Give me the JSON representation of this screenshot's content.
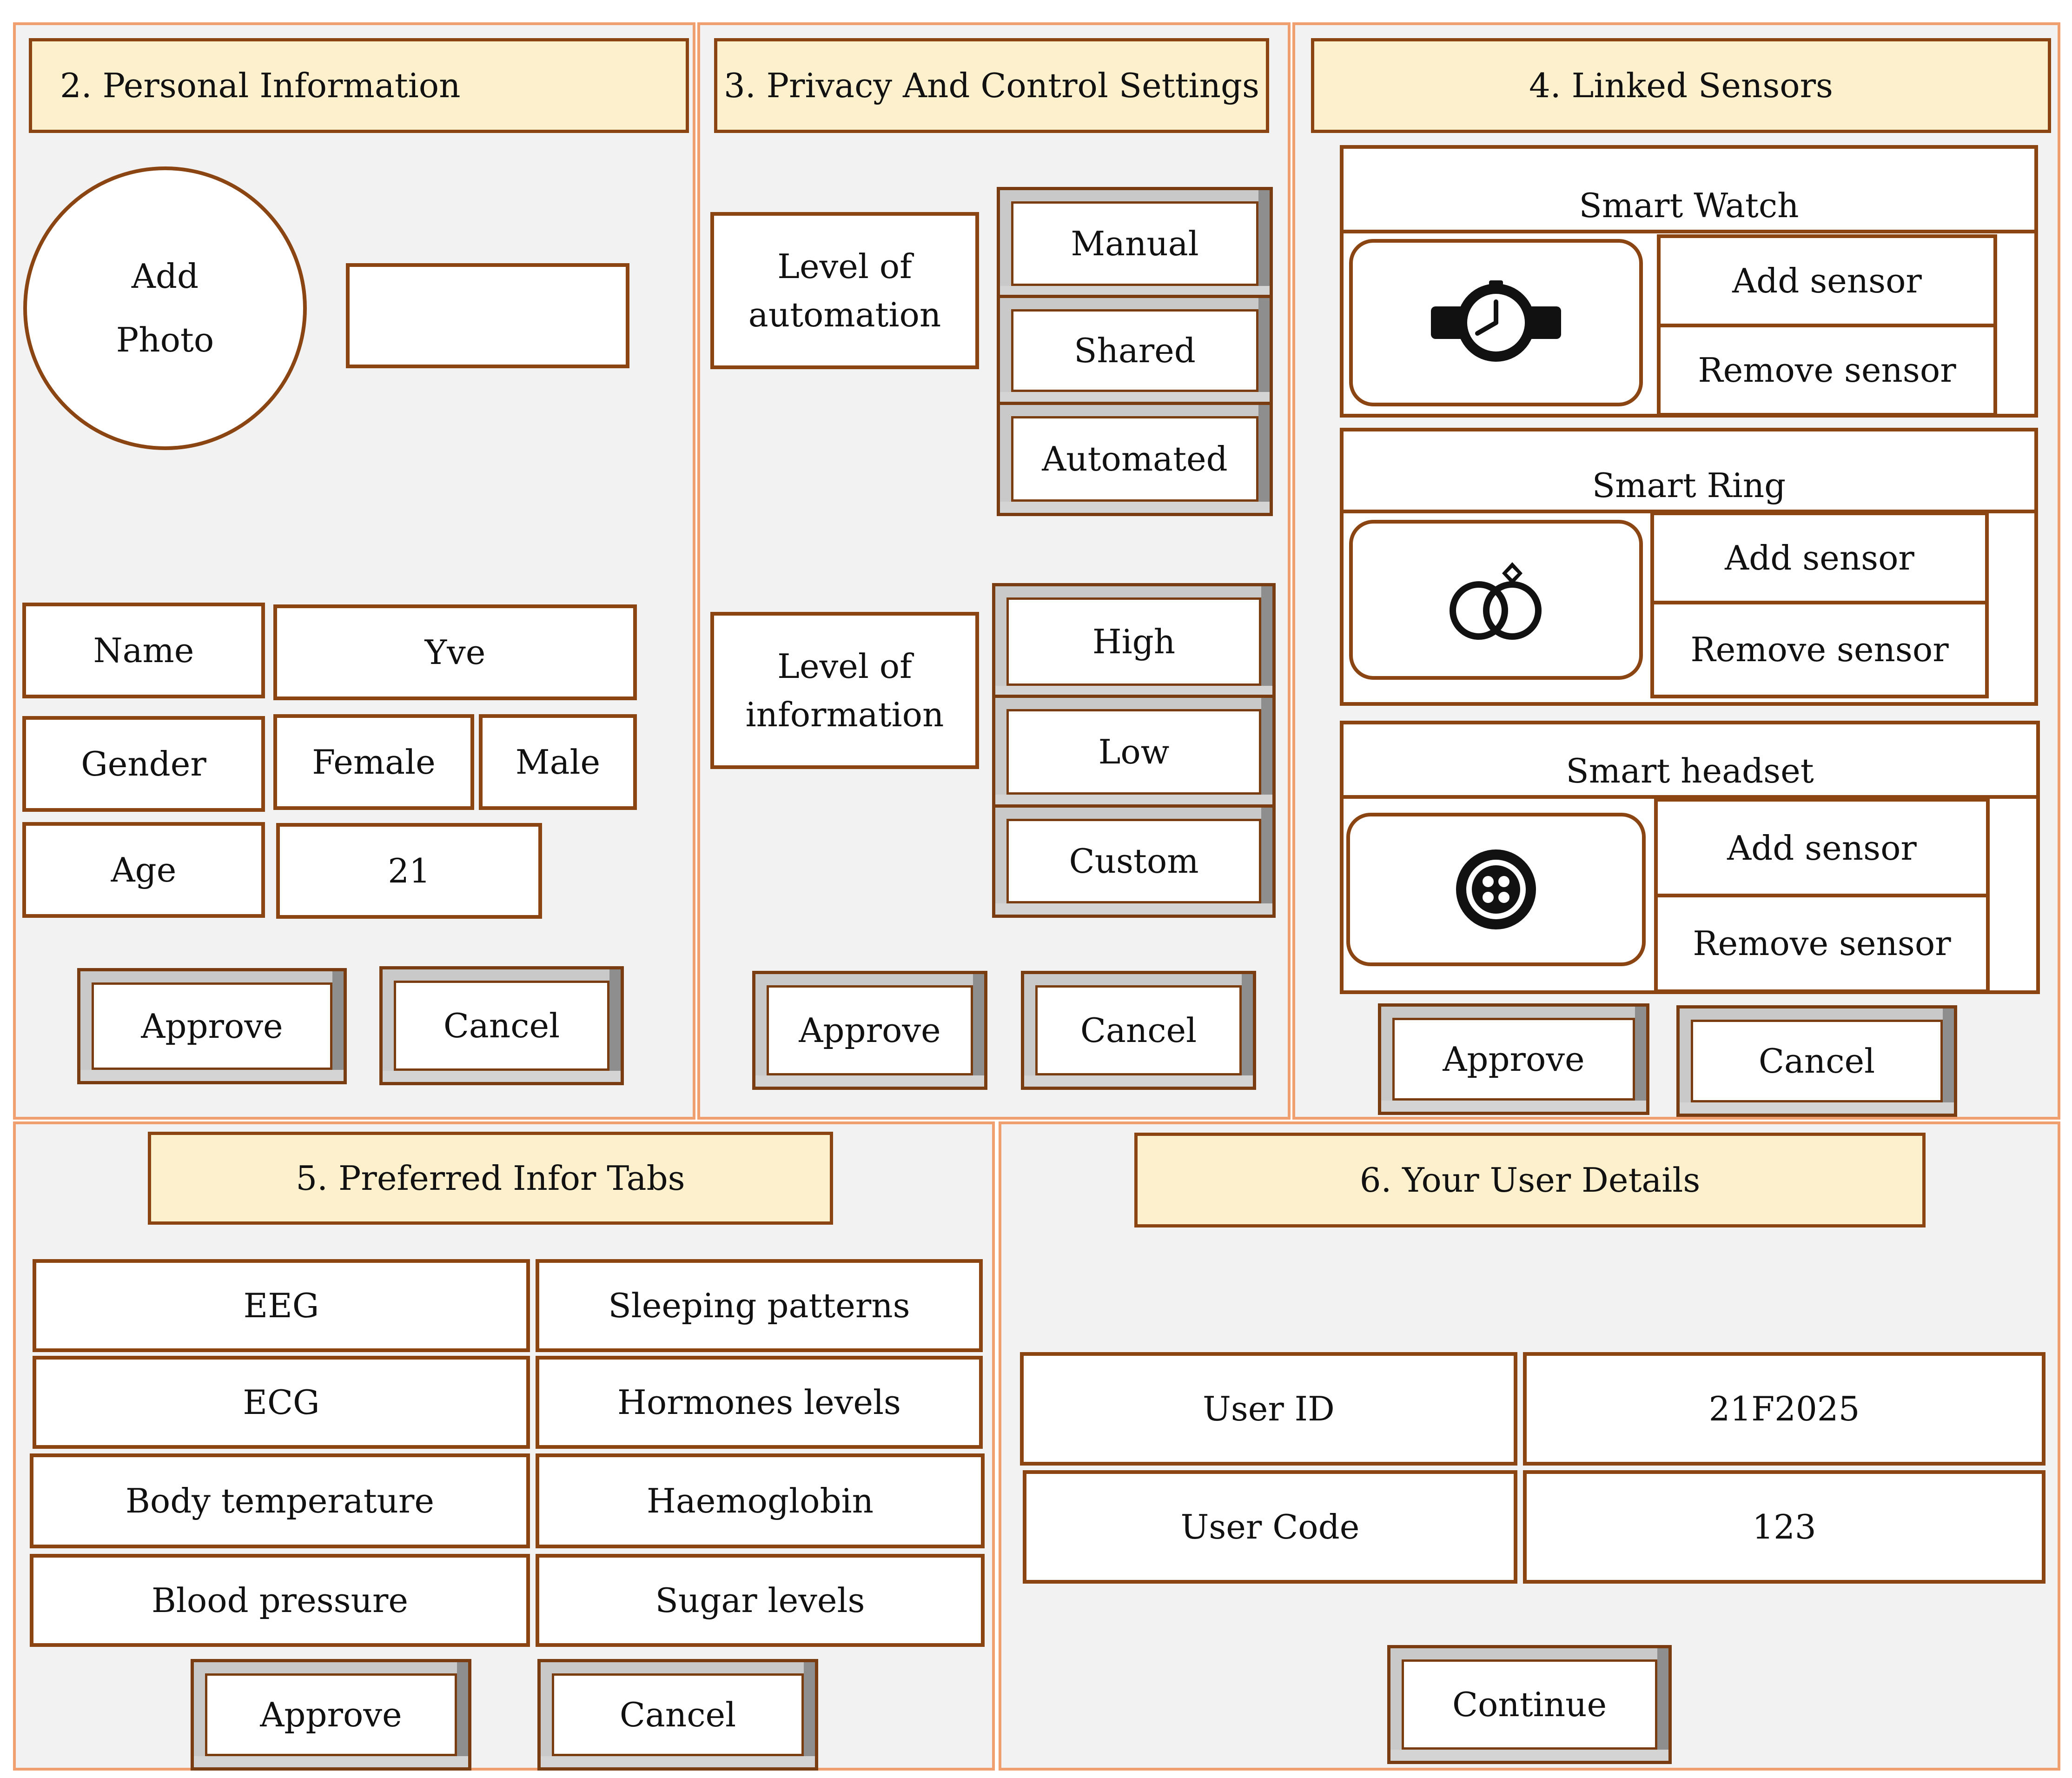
{
  "personal": {
    "header": "2. Personal Information",
    "photo_line1": "Add",
    "photo_line2": "Photo",
    "name_label": "Name",
    "name_value": "Yve",
    "gender_label": "Gender",
    "gender_female": "Female",
    "gender_male": "Male",
    "age_label": "Age",
    "age_value": "21",
    "approve": "Approve",
    "cancel": "Cancel"
  },
  "privacy": {
    "header": "3. Privacy And Control Settings",
    "automation_line1": "Level of",
    "automation_line2": "automation",
    "automation_options": [
      "Manual",
      "Shared",
      "Automated"
    ],
    "information_line1": "Level of",
    "information_line2": "information",
    "information_options": [
      "High",
      "Low",
      "Custom"
    ],
    "approve": "Approve",
    "cancel": "Cancel"
  },
  "sensors": {
    "header": "4. Linked Sensors",
    "items": [
      {
        "name": "Smart Watch",
        "icon": "watch-icon",
        "add": "Add sensor",
        "remove": "Remove sensor"
      },
      {
        "name": "Smart Ring",
        "icon": "rings-icon",
        "add": "Add sensor",
        "remove": "Remove sensor"
      },
      {
        "name": "Smart headset",
        "icon": "headset-button-icon",
        "add": "Add sensor",
        "remove": "Remove sensor"
      }
    ],
    "approve": "Approve",
    "cancel": "Cancel"
  },
  "tabs": {
    "header": "5. Preferred Infor Tabs",
    "left": [
      "EEG",
      "ECG",
      "Body temperature",
      "Blood pressure"
    ],
    "right": [
      "Sleeping patterns",
      "Hormones levels",
      "Haemoglobin",
      "Sugar levels"
    ],
    "approve": "Approve",
    "cancel": "Cancel"
  },
  "user": {
    "header": "6. Your User Details",
    "id_label": "User ID",
    "id_value": "21F2025",
    "code_label": "User Code",
    "code_value": "123",
    "continue": "Continue"
  },
  "colors": {
    "panel_bg": "#f2f2f2",
    "panel_border": "#f0a070",
    "header_bg": "#fdf0cc",
    "box_border": "#8b4513"
  }
}
